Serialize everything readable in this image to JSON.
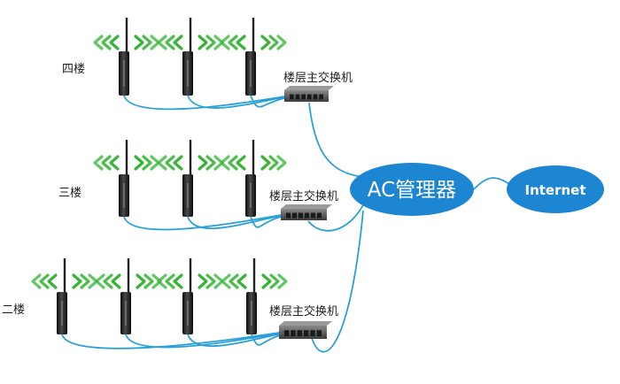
{
  "floors": [
    {
      "label": "四楼",
      "switch_label": "楼层主交换机",
      "ap_count": 3
    },
    {
      "label": "三楼",
      "switch_label": "楼层主交换机",
      "ap_count": 3
    },
    {
      "label": "二楼",
      "switch_label": "楼层主交换机",
      "ap_count": 4
    }
  ],
  "controller": {
    "label": "AC管理器"
  },
  "internet": {
    "label": "Internet"
  },
  "colors": {
    "link": "#2aa0d8",
    "cloud": "#1d86d2",
    "signal": "#35b435",
    "ap_body": "#1a1a1a"
  },
  "icons": {
    "ap": "wireless-access-point-icon",
    "signal": "wifi-signal-icon",
    "switch": "network-switch-icon"
  }
}
